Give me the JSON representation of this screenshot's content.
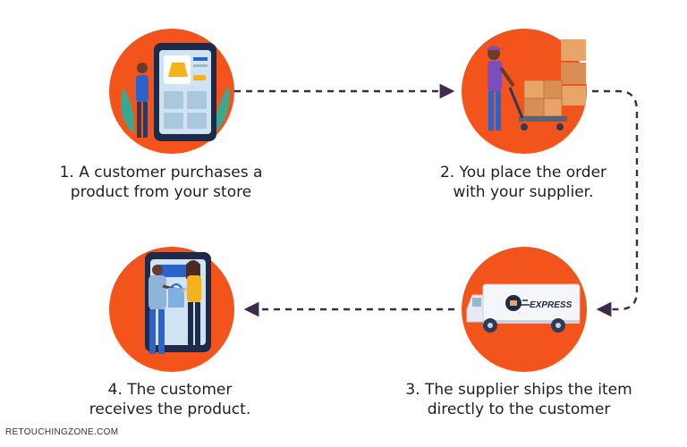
{
  "colors": {
    "circle": "#f2541b",
    "connector": "#3d2a4d",
    "accent_blue": "#2a63c9",
    "accent_yellow": "#f6b21b",
    "leaf_teal": "#3aa88e",
    "text": "#1f1f1f"
  },
  "steps": [
    {
      "line1": "1. A customer purchases a",
      "line2": "product from your store",
      "icon": "smartphone-shopping-icon"
    },
    {
      "line1": "2. You place the order",
      "line2": "with your supplier.",
      "icon": "warehouse-pallet-icon"
    },
    {
      "line1": "3. The supplier ships the item",
      "line2": "directly to the customer",
      "icon": "delivery-van-icon"
    },
    {
      "line1": "4. The customer",
      "line2": "receives the product.",
      "icon": "package-handoff-icon"
    }
  ],
  "van_label": "EXPRESS",
  "brand": "RETOUCHINGZONE.COM"
}
